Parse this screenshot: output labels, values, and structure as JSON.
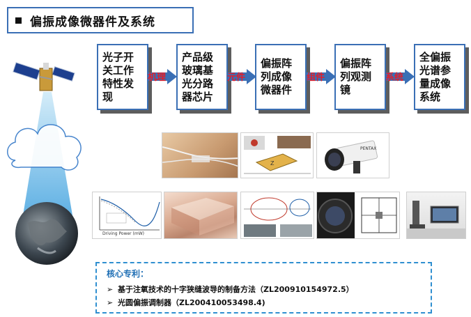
{
  "header": {
    "title": "偏振成像微器件及系统"
  },
  "flow": {
    "steps": [
      {
        "label": "光子开关工作特性发现"
      },
      {
        "label": "产品级玻璃基光分路器芯片"
      },
      {
        "label": "偏振阵列成像微器件"
      },
      {
        "label": "偏振阵列观测镜"
      },
      {
        "label": "全偏振光谱参量成像系统"
      }
    ],
    "arrows": [
      {
        "label": "机理"
      },
      {
        "label": "元件"
      },
      {
        "label": "组件"
      },
      {
        "label": "系统"
      }
    ]
  },
  "figures": {
    "graph_axis_label": "Driving Power (mW)",
    "observation_scope_brand": "PENTAX"
  },
  "patents": {
    "title": "核心专利：",
    "items": [
      {
        "bullet": "➢",
        "text": "基于注氧技术的十字狭缝波导的制备方法（ZL200910154972.5）"
      },
      {
        "bullet": "➢",
        "text": "光圆偏振调制器（ZL200410053498.4)"
      }
    ]
  },
  "colors": {
    "accent_blue": "#3a6fb5",
    "arrow_red": "#e0202c",
    "patent_border": "#2f8fd0"
  }
}
